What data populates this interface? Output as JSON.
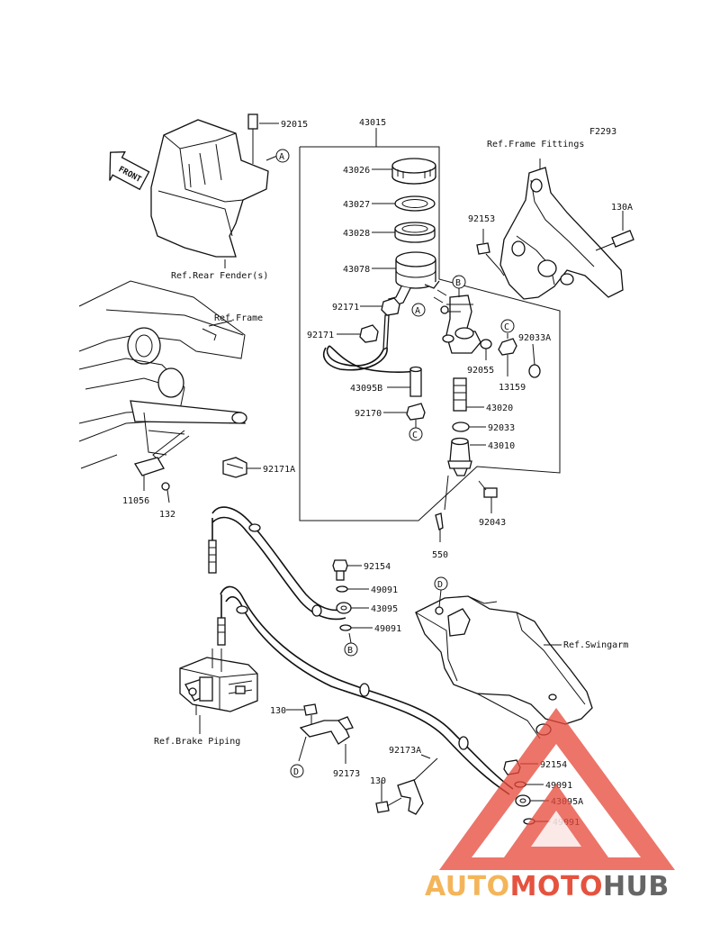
{
  "figure_code": "F2293",
  "labels": {
    "l_92015": "92015",
    "l_43015": "43015",
    "l_43026": "43026",
    "l_43027": "43027",
    "l_43028": "43028",
    "l_43078": "43078",
    "l_92171a": "92171",
    "l_92171b": "92171",
    "l_43095B": "43095B",
    "l_92170": "92170",
    "l_92153": "92153",
    "l_130A": "130A",
    "l_92033A": "92033A",
    "l_92055": "92055",
    "l_13159": "13159",
    "l_43020": "43020",
    "l_92033": "92033",
    "l_43010": "43010",
    "l_92043": "92043",
    "l_550": "550",
    "l_92171A": "92171A",
    "l_11056": "11056",
    "l_132": "132",
    "l_92154a": "92154",
    "l_49091a": "49091",
    "l_43095": "43095",
    "l_49091b": "49091",
    "l_130a": "130",
    "l_92173": "92173",
    "l_92173A": "92173A",
    "l_130b": "130",
    "l_92154b": "92154",
    "l_49091c": "49091",
    "l_43095A": "43095A",
    "l_49091d": "49091"
  },
  "refs": {
    "front": "FRONT",
    "rear_fender": "Ref.Rear Fender(s)",
    "frame": "Ref.Frame",
    "frame_fittings": "Ref.Frame Fittings",
    "swingarm": "Ref.Swingarm",
    "brake_piping": "Ref.Brake Piping"
  },
  "callouts": {
    "a1": "A",
    "a2": "A",
    "b1": "B",
    "b2": "B",
    "c1": "C",
    "c2": "C",
    "d1": "D",
    "d2": "D"
  },
  "watermark": {
    "part1": "AUTO",
    "part2": "MOTO",
    "part3": "HUB",
    "color_auto": "#f4b55a",
    "color_moto": "#e5533f",
    "color_hub": "#666666",
    "triangle_color": "#e64a3c"
  }
}
